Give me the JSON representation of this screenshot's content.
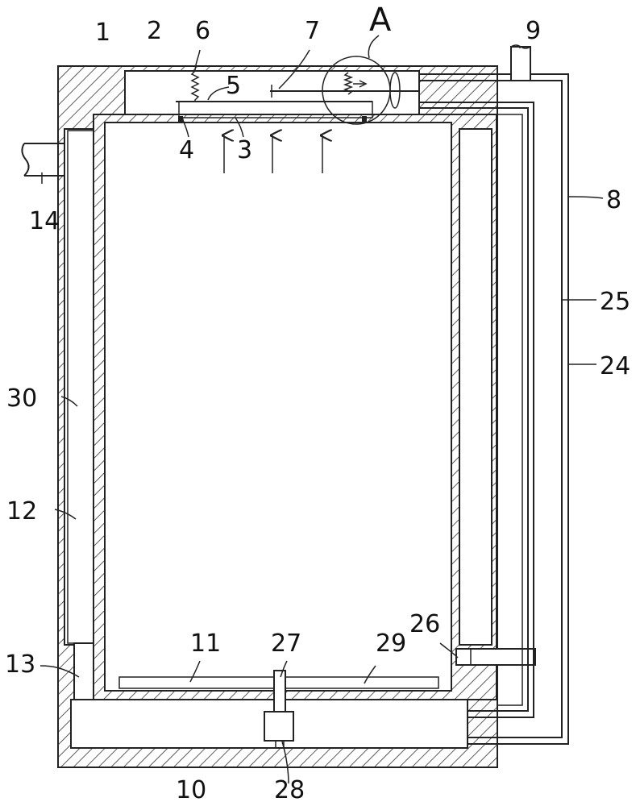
{
  "labels": {
    "l1": "1",
    "l2": "2",
    "l3": "3",
    "l4": "4",
    "l5": "5",
    "l6": "6",
    "l7": "7",
    "l8": "8",
    "l9": "9",
    "l10": "10",
    "l11": "11",
    "l12": "12",
    "l13": "13",
    "l14": "14",
    "l24": "24",
    "l25": "25",
    "l26": "26",
    "l27": "27",
    "l28": "28",
    "l29": "29",
    "l30": "30",
    "detailA": "A"
  }
}
